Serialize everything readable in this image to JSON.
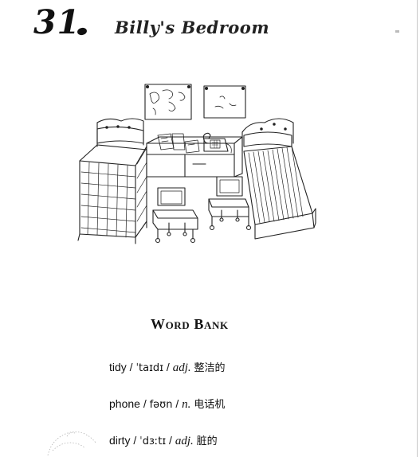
{
  "lesson": {
    "number": "31",
    "title": "Billy's Bedroom"
  },
  "word_bank": {
    "title": "Word Bank",
    "entries": [
      {
        "word": "tidy",
        "pronunciation": "ˈtaɪdɪ",
        "pos": "adj.",
        "meaning": "整洁的"
      },
      {
        "word": "phone",
        "pronunciation": "fəʊn",
        "pos": "n.",
        "meaning": "电话机"
      },
      {
        "word": "dirty",
        "pronunciation": "ˈdɜːtɪ",
        "pos": "adj.",
        "meaning": "脏的"
      }
    ]
  }
}
